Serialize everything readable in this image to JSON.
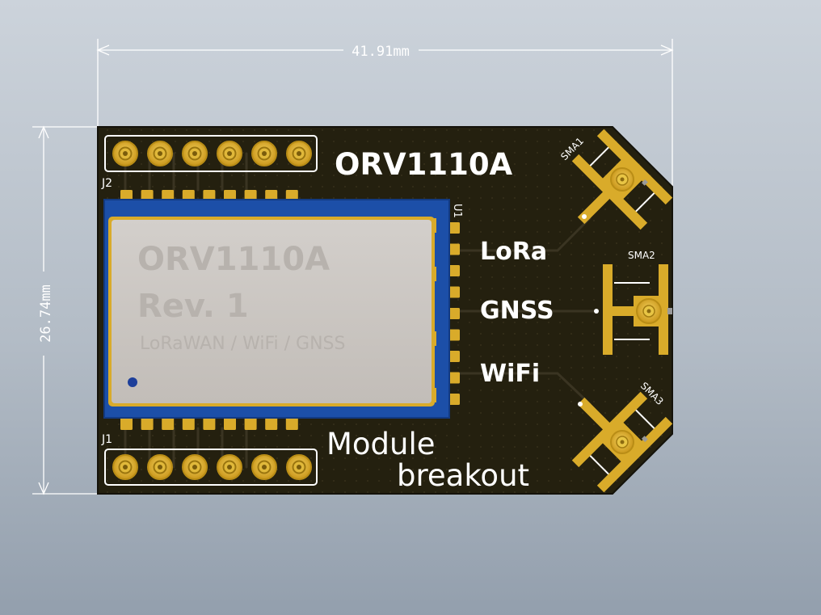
{
  "dimensions": {
    "width": "41.91mm",
    "height": "26.74mm"
  },
  "board": {
    "title": "ORV1110A",
    "subtitle_line1": "Module",
    "subtitle_line2": "breakout"
  },
  "module": {
    "name": "ORV1110A",
    "revision": "Rev. 1",
    "features": "LoRaWAN / WiFi / GNSS",
    "ref": "U1"
  },
  "antenna_labels": {
    "lora": "LoRa",
    "gnss": "GNSS",
    "wifi": "WiFi"
  },
  "headers": {
    "j2": "J2",
    "j1": "J1"
  },
  "connectors": {
    "sma1": "SMA1",
    "sma2": "SMA2",
    "sma3": "SMA3"
  },
  "colors": {
    "pcb": "#24200f",
    "gold": "#d9ab2a",
    "silkscreen": "#ffffff",
    "module_shield": "#c8c3be",
    "module_pcb": "#1c4fa8"
  }
}
